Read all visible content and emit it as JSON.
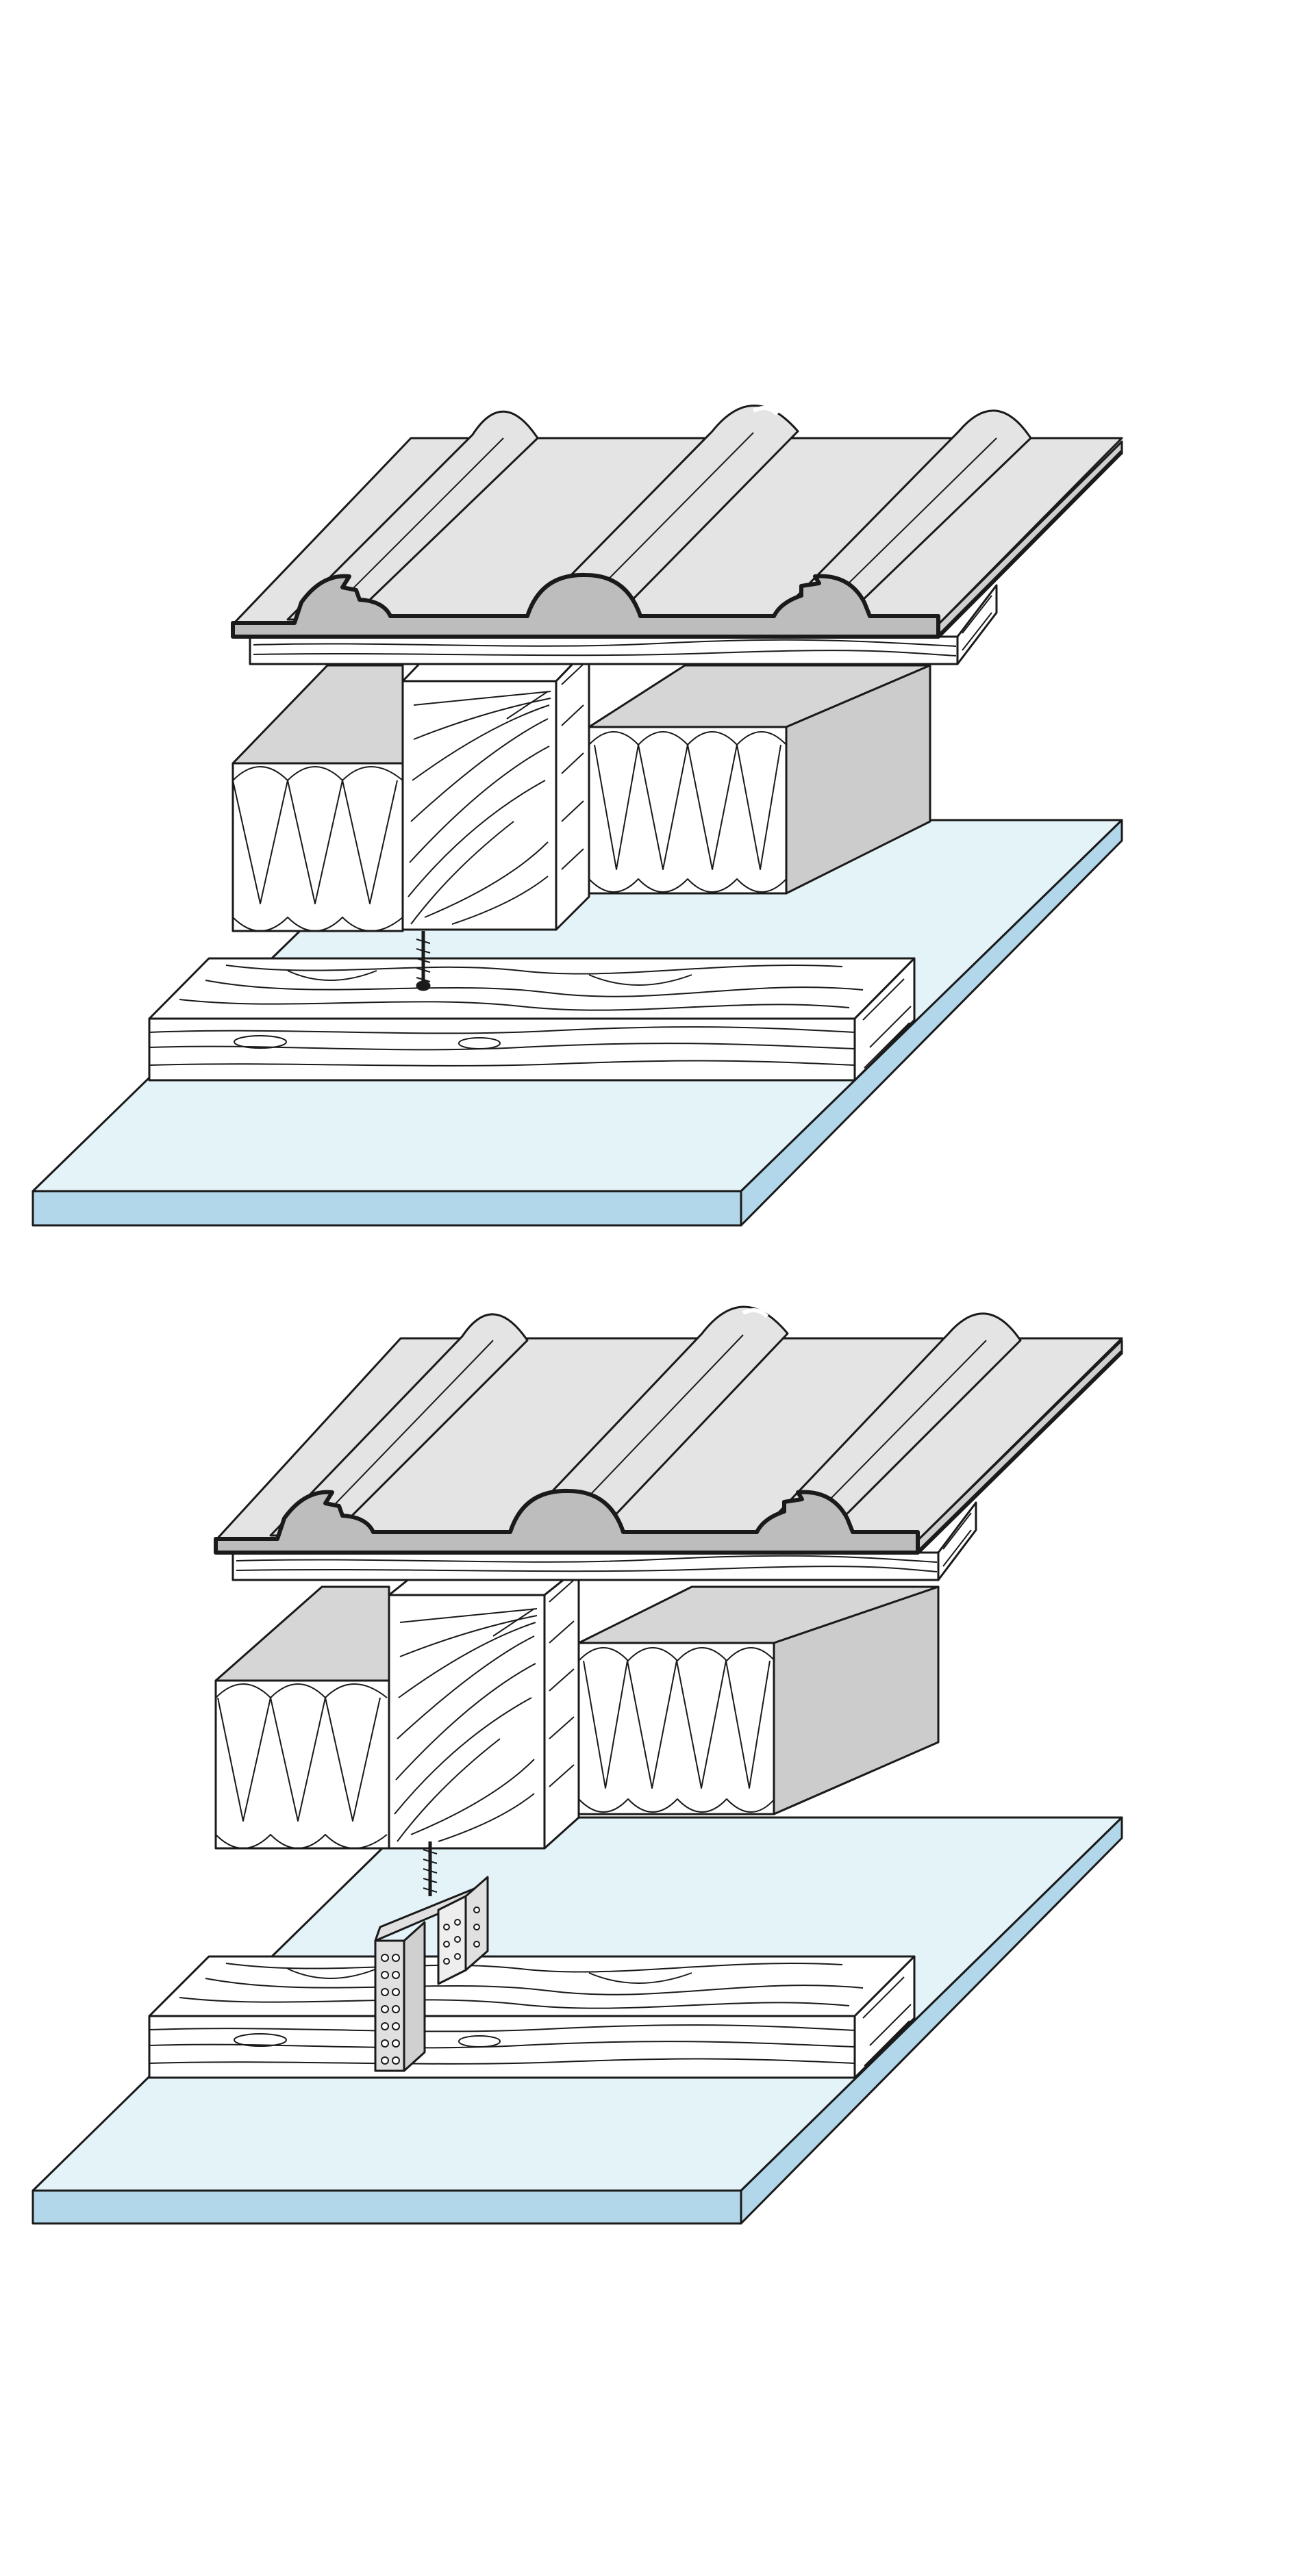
{
  "colors": {
    "background": "#ffffff",
    "outline": "#1a1a1a",
    "tile_fill": "#e4e4e4",
    "tile_shade": "#cfcfcf",
    "tile_section": "#bdbdbd",
    "wood_fill": "#ffffff",
    "insulation_top": "#d6d6d6",
    "insulation_side": "#cccccc",
    "board_top": "#e4f3f8",
    "board_edge": "#b3d7ea",
    "hanger_fill": "#e0e0e0"
  },
  "icons": {
    "top_connector": "screw-icon",
    "bottom_connector": "direct-hanger-icon"
  },
  "panels": [
    {
      "name": "screwed-fixing-detail",
      "connector": "screw"
    },
    {
      "name": "direct-hanger-fixing-detail",
      "connector": "direct-hanger"
    }
  ]
}
